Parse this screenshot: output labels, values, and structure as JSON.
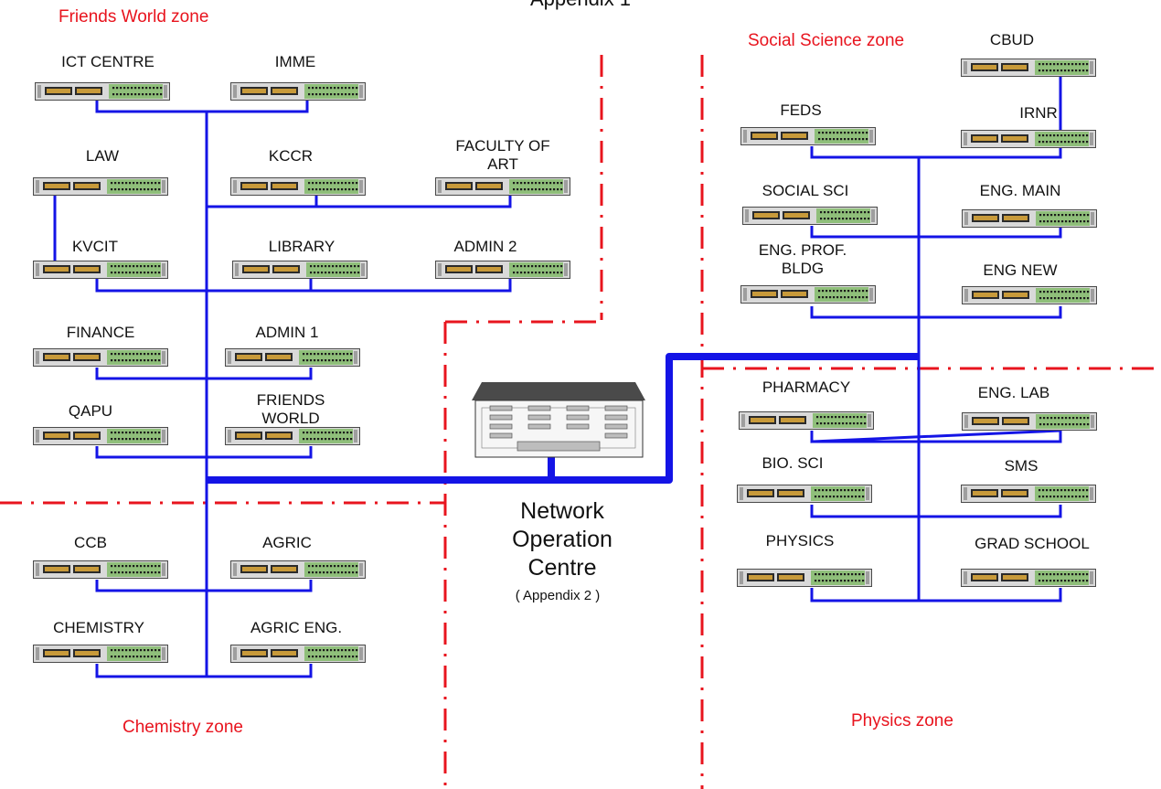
{
  "page_title": "Appendix 1",
  "colors": {
    "link": "#1414e6",
    "zone_border": "#e8141e",
    "zone_text": "#e8141e",
    "text": "#111111"
  },
  "zones": {
    "friends_world": "Friends  World zone",
    "social_science": "Social Science zone",
    "chemistry": "Chemistry  zone",
    "physics": "Physics  zone"
  },
  "noc": {
    "line1": "Network",
    "line2": "Operation",
    "line3": "Centre",
    "subtitle": "( Appendix 2 )",
    "icon": "building-icon"
  },
  "nodes": {
    "ict_centre": "ICT CENTRE",
    "imme": "IMME",
    "law": "LAW",
    "kccr": "KCCR",
    "faculty_of_art": "FACULTY OF\nART",
    "kvcit": "KVCIT",
    "library": "LIBRARY",
    "admin2": "ADMIN 2",
    "finance": "FINANCE",
    "admin1": "ADMIN 1",
    "qapu": "QAPU",
    "friends_world": "FRIENDS\nWORLD",
    "ccb": "CCB",
    "agric": "AGRIC",
    "chemistry": "CHEMISTRY",
    "agric_eng": "AGRIC ENG.",
    "cbud": "CBUD",
    "feds": "FEDS",
    "irnr": "IRNR",
    "social_sci": "SOCIAL SCI",
    "eng_main": "ENG. MAIN",
    "eng_prof_bldg": "ENG. PROF.\nBLDG",
    "eng_new": "ENG NEW",
    "pharmacy": "PHARMACY",
    "eng_lab": "ENG. LAB",
    "bio_sci": "BIO. SCI",
    "sms": "SMS",
    "physics": "PHYSICS",
    "grad_school": "GRAD SCHOOL"
  },
  "device_icon": "network-switch-icon"
}
